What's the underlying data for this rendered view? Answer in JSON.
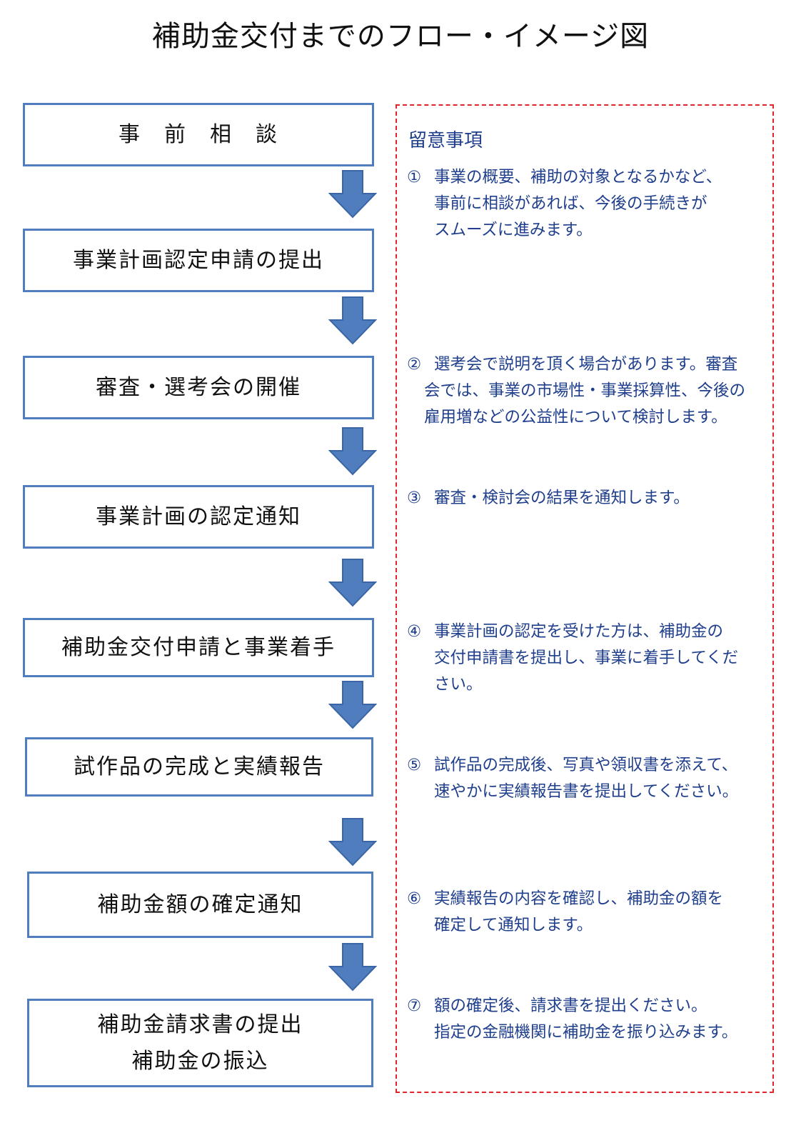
{
  "title": "補助金交付までのフロー・イメージ図",
  "colors": {
    "step_border": "#4f7dbd",
    "arrow_fill": "#4f7dbd",
    "notes_border": "#e0262c",
    "notes_text": "#1f3f8c"
  },
  "steps": [
    {
      "label": "事　前　相　談"
    },
    {
      "label": "事業計画認定申請の提出"
    },
    {
      "label": "審査・選考会の開催"
    },
    {
      "label": "事業計画の認定通知"
    },
    {
      "label": "補助金交付申請と事業着手"
    },
    {
      "label": "試作品の完成と実績報告"
    },
    {
      "label": "補助金額の確定通知"
    },
    {
      "label": "補助金請求書の提出",
      "label2": "補助金の振込"
    }
  ],
  "notes": {
    "heading": "留意事項",
    "items": [
      {
        "num": "①",
        "lines": [
          "事業の概要、補助の対象となるかなど、",
          "事前に相談があれば、今後の手続きが",
          "スムーズに進みます。"
        ]
      },
      {
        "num": "②",
        "lines": [
          "選考会で説明を頂く場合があります。審査",
          "会では、事業の市場性・事業採算性、今後の",
          "雇用増などの公益性について検討します。"
        ]
      },
      {
        "num": "③",
        "lines": [
          "審査・検討会の結果を通知します。"
        ]
      },
      {
        "num": "④",
        "lines": [
          "事業計画の認定を受けた方は、補助金の",
          "交付申請書を提出し、事業に着手してくだ",
          "さい。"
        ]
      },
      {
        "num": "⑤",
        "lines": [
          "試作品の完成後、写真や領収書を添えて、",
          "速やかに実績報告書を提出してください。"
        ]
      },
      {
        "num": "⑥",
        "lines": [
          "実績報告の内容を確認し、補助金の額を",
          "確定して通知します。"
        ]
      },
      {
        "num": "⑦",
        "lines": [
          "額の確定後、請求書を提出ください。",
          "指定の金融機関に補助金を振り込みます。"
        ]
      }
    ]
  }
}
